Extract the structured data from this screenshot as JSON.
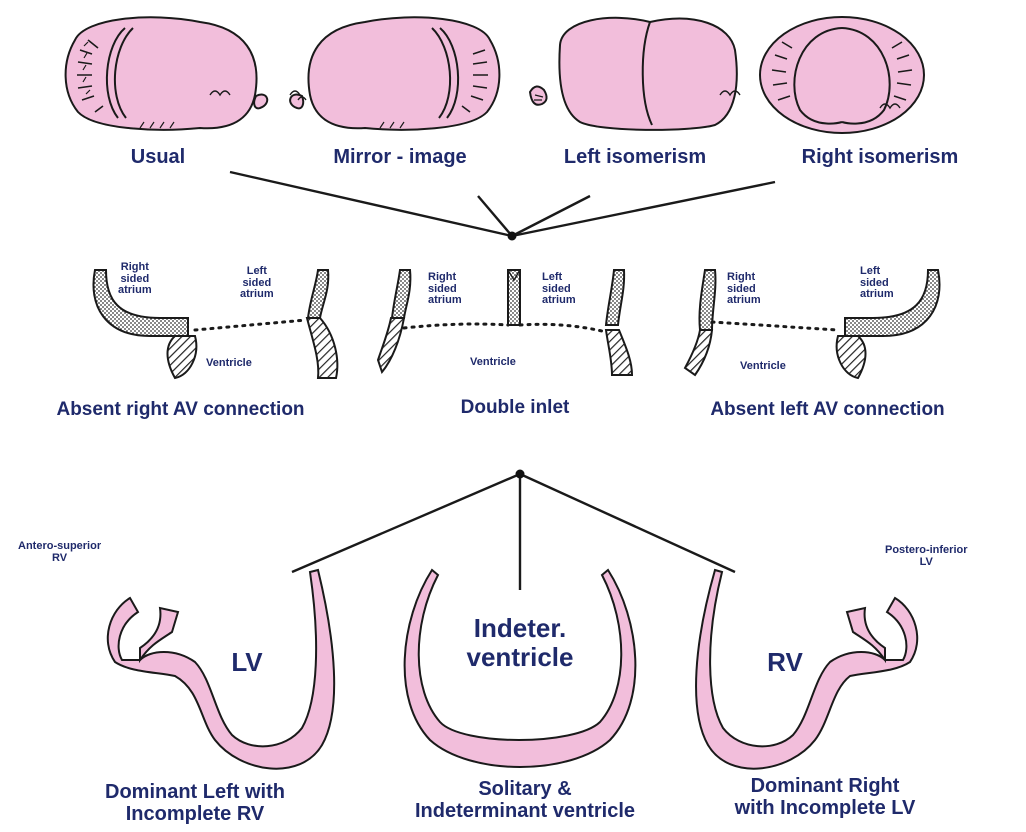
{
  "atrial_arrangements": {
    "usual": "Usual",
    "mirror_image": "Mirror - image",
    "left_isomerism": "Left isomerism",
    "right_isomerism": "Right isomerism"
  },
  "connection_panels": {
    "right_sided_atrium": "Right\nsided\natrium",
    "left_sided_atrium": "Left\nsided\natrium",
    "ventricle": "Ventricle"
  },
  "connection_types": {
    "absent_right": "Absent right AV connection",
    "double_inlet": "Double inlet",
    "absent_left": "Absent left AV connection"
  },
  "ventricle_morphology": {
    "antero_superior_rv": "Antero-superior\nRV",
    "postero_inferior_lv": "Postero-inferior\nLV",
    "lv": "LV",
    "indeter_ventricle": "Indeter.\nventricle",
    "rv": "RV"
  },
  "ventricle_captions": {
    "dominant_left": "Dominant Left with\nIncomplete RV",
    "solitary": "Solitary &\nIndeterminant ventricle",
    "dominant_right": "Dominant Right\nwith Incomplete LV"
  },
  "colors": {
    "pink_fill": "#f2bedb",
    "outline": "#1a1a1a",
    "label_blue": "#1f2a6b"
  }
}
